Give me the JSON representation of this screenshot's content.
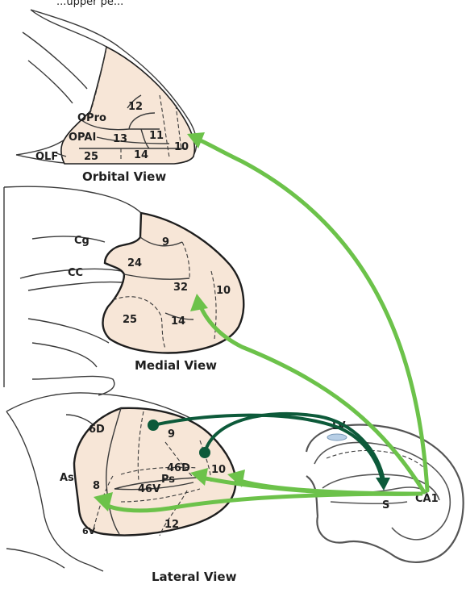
{
  "colors": {
    "region_fill": "#f7e6d7",
    "light_arrow": "#6cc24a",
    "dark_arrow": "#0d5a3a",
    "ventricle": "#b8cfe6"
  },
  "header": {
    "text": "...upper pe..."
  },
  "orbital": {
    "title": "Orbital View",
    "labels": {
      "a12": "12",
      "opro": "OPro",
      "opai": "OPAI",
      "a13": "13",
      "a11": "11",
      "a10": "10",
      "olf": "OLF",
      "a25": "25",
      "a14": "14"
    }
  },
  "medial": {
    "title": "Medial View",
    "labels": {
      "cg": "Cg",
      "a9": "9",
      "a24": "24",
      "cc": "CC",
      "a32": "32",
      "a10": "10",
      "a25": "25",
      "a14": "14"
    }
  },
  "lateral": {
    "title": "Lateral View",
    "labels": {
      "d6": "6D",
      "a9": "9",
      "as": "As",
      "d46": "46D",
      "a10": "10",
      "ps": "Ps",
      "a8": "8",
      "v46": "46V",
      "v6": "6V",
      "a12": "12"
    }
  },
  "hippocampus": {
    "labels": {
      "lv": "LV",
      "s": "S",
      "ca1": "CA1"
    }
  }
}
